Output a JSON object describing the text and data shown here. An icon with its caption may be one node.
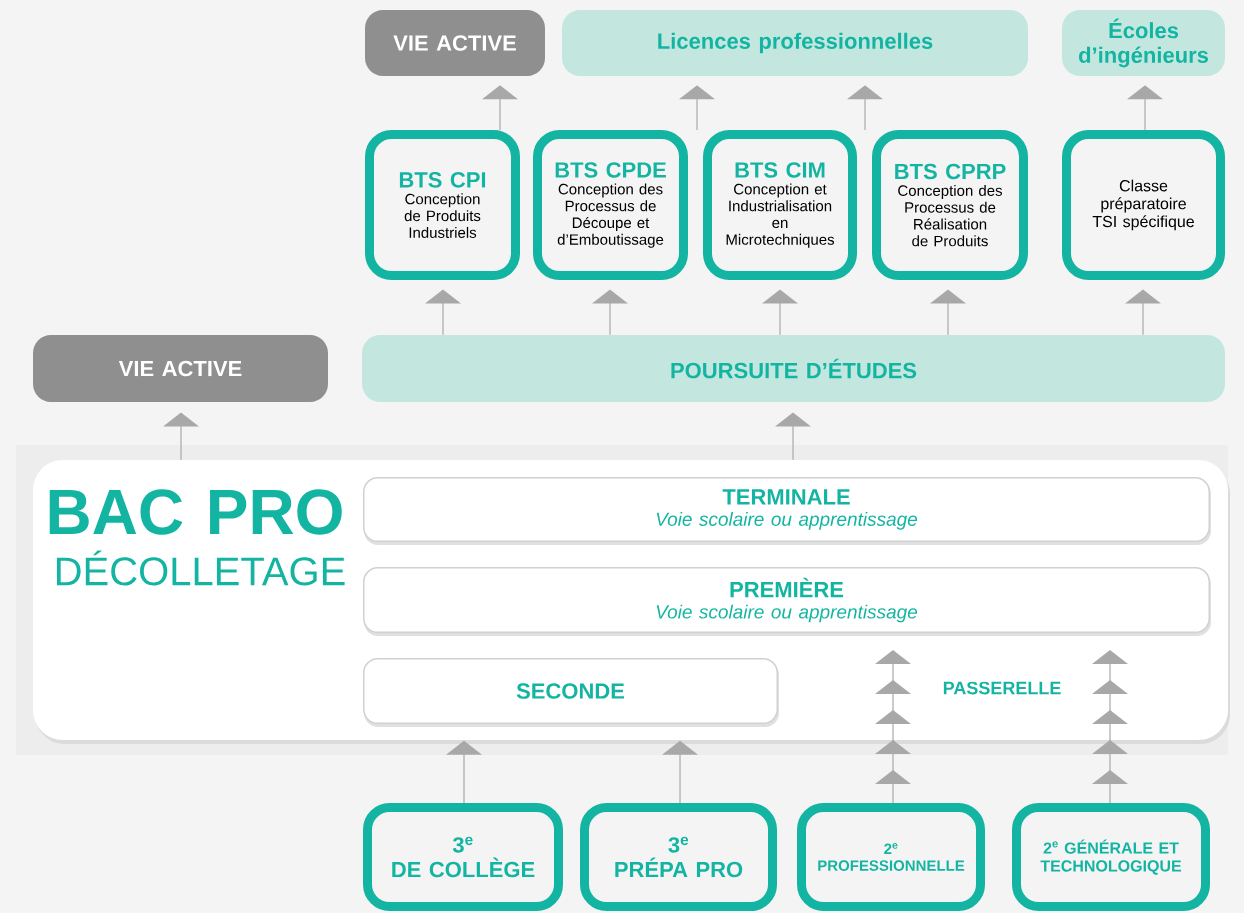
{
  "diagram": {
    "nodes": [
      {
        "text": [
          "VIE ACTIVE"
        ]
      },
      {
        "text": [
          "Licences professionnelles"
        ]
      },
      {
        "text": [
          "Écoles d’ingénieurs"
        ]
      },
      {
        "text": [
          "BTS CPI",
          "Conception de Produits Industriels"
        ]
      },
      {
        "text": [
          "BTS CPDE",
          "Conception des Processus de Découpe et d’Emboutissage"
        ]
      },
      {
        "text": [
          "BTS CIM",
          "Conception et Industrialisation en Microtechniques"
        ]
      },
      {
        "text": [
          "BTS CPRP",
          "Conception des Processus de Réalisation de Produits"
        ]
      },
      {
        "text": [
          "Classe préparatoire TSI spécifique"
        ]
      },
      {
        "text": [
          "VIE ACTIVE"
        ]
      },
      {
        "text": [
          "POURSUITE D’ÉTUDES"
        ]
      },
      {
        "text": [
          "BAC PRO",
          "DÉCOLLETAGE"
        ]
      },
      {
        "text": [
          "TERMINALE",
          "Voie scolaire ou apprentissage"
        ],
        "in": 10
      },
      {
        "text": [
          "PREMIÈRE",
          "Voie scolaire ou apprentissage"
        ],
        "in": 10
      },
      {
        "text": [
          "SECONDE"
        ],
        "in": 10
      },
      {
        "text": [
          "3$^{e}$",
          "DE COLLÈGE"
        ]
      },
      {
        "text": [
          "3$^{e}$",
          "PRÉPA PRO"
        ]
      },
      {
        "text": [
          "2$^{e}$",
          "PROFESSIONNELLE"
        ]
      },
      {
        "text": [
          "2$^{e}$ GÉNÉRALE ET TECHNOLOGIQUE"
        ]
      }
    ],
    "edges": [
      {
        "from": 3,
        "to": 0,
        "arrow": "to"
      },
      {
        "from": 4,
        "to": 1,
        "arrow": "to"
      },
      {
        "from": 5,
        "to": 1,
        "arrow": "to"
      },
      {
        "from": 6,
        "to": 1,
        "arrow": "to"
      },
      {
        "from": 7,
        "to": 2,
        "arrow": "to"
      },
      {
        "from": 9,
        "to": 3,
        "arrow": "to"
      },
      {
        "from": 9,
        "to": 4,
        "arrow": "to"
      },
      {
        "from": 9,
        "to": 5,
        "arrow": "to"
      },
      {
        "from": 9,
        "to": 6,
        "arrow": "to"
      },
      {
        "from": 9,
        "to": 7,
        "arrow": "to"
      },
      {
        "from": 10,
        "to": 8,
        "arrow": "to"
      },
      {
        "from": 10,
        "to": 9,
        "arrow": "to"
      },
      {
        "from": 14,
        "to": 13,
        "arrow": "to"
      },
      {
        "from": 15,
        "to": 13,
        "arrow": "to"
      },
      {
        "from": 16,
        "to": 12,
        "arrow": "to"
      },
      {
        "from": 17,
        "to": 12,
        "arrow": "to"
      }
    ],
    "labels": [
      "PASSERELLE"
    ]
  }
}
